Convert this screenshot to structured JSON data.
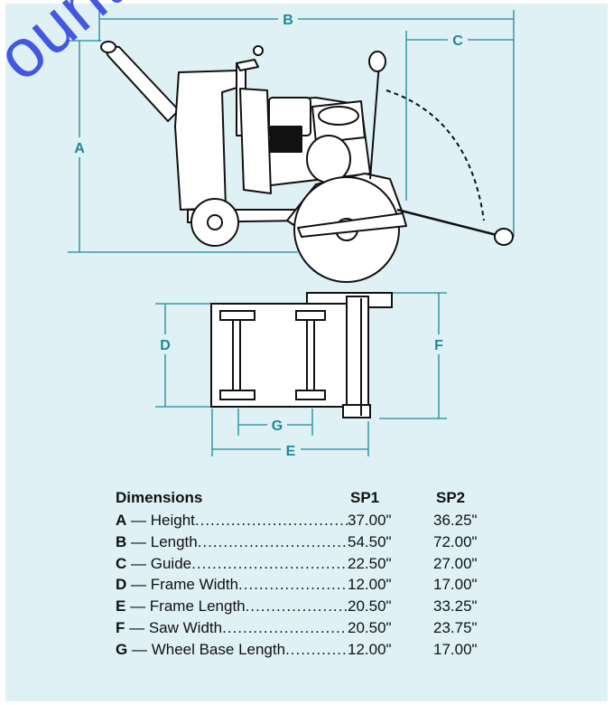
{
  "watermark": "ount-Equ",
  "labels": {
    "a": "A",
    "b": "B",
    "c": "C",
    "d": "D",
    "e": "E",
    "f": "F",
    "g": "G"
  },
  "table": {
    "header": [
      "Dimensions",
      "SP1",
      "SP2"
    ],
    "rows": [
      {
        "letter": "A",
        "label": "Height",
        "sp1": "37.00\"",
        "sp2": "36.25\""
      },
      {
        "letter": "B",
        "label": "Length",
        "sp1": "54.50\"",
        "sp2": "72.00\""
      },
      {
        "letter": "C",
        "label": "Guide",
        "sp1": "22.50\"",
        "sp2": "27.00\""
      },
      {
        "letter": "D",
        "label": "Frame Width",
        "sp1": "12.00\"",
        "sp2": "17.00\""
      },
      {
        "letter": "E",
        "label": "Frame Length",
        "sp1": "20.50\"",
        "sp2": "33.25\""
      },
      {
        "letter": "F",
        "label": "Saw Width",
        "sp1": "20.50\"",
        "sp2": "23.75\""
      },
      {
        "letter": "G",
        "label": "Wheel Base Length",
        "sp1": "12.00\"",
        "sp2": "17.00\""
      }
    ]
  }
}
